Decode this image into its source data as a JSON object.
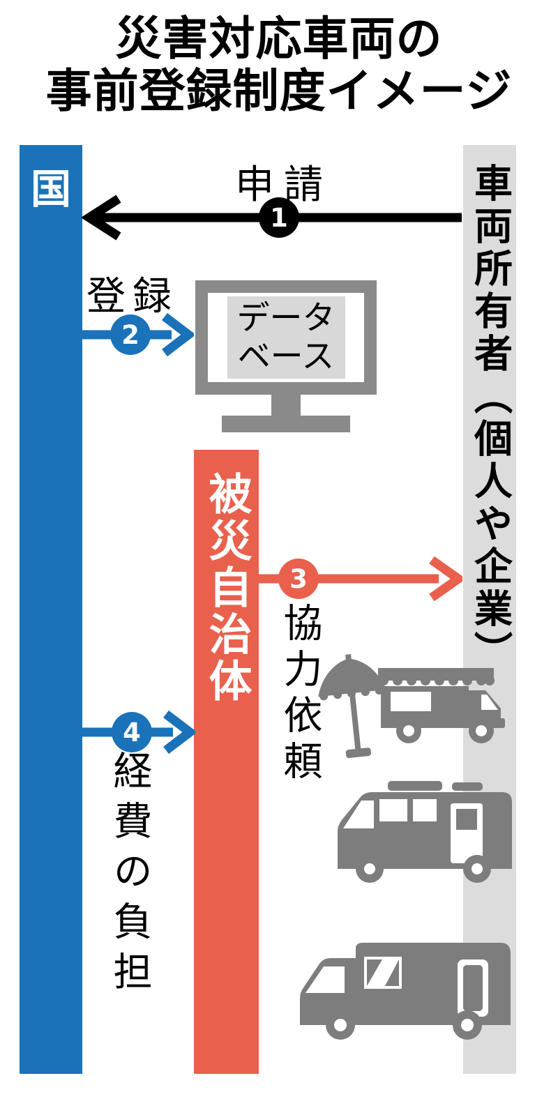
{
  "title": {
    "line1": "災害対応車両の",
    "line2": "事前登録制度イメージ"
  },
  "actors": {
    "government": "国",
    "vehicle_owner": "車両所有者（個人や企業）",
    "municipality": "被災自治体"
  },
  "database": {
    "line1": "データ",
    "line2": "ベース"
  },
  "steps": [
    {
      "number": "1",
      "label": "申請"
    },
    {
      "number": "2",
      "label": "登録"
    },
    {
      "number": "3",
      "label": "協力依頼"
    },
    {
      "number": "4",
      "label": "経費の負担"
    }
  ],
  "colors": {
    "government_blue": "#1a72b9",
    "municipality_orange": "#e9604c",
    "owner_gray": "#dcdcdc",
    "step1_black": "#000000",
    "icon_gray": "#7d7d7d",
    "monitor_gray": "#8a8a8a",
    "database_bg": "#d8d8d8"
  }
}
